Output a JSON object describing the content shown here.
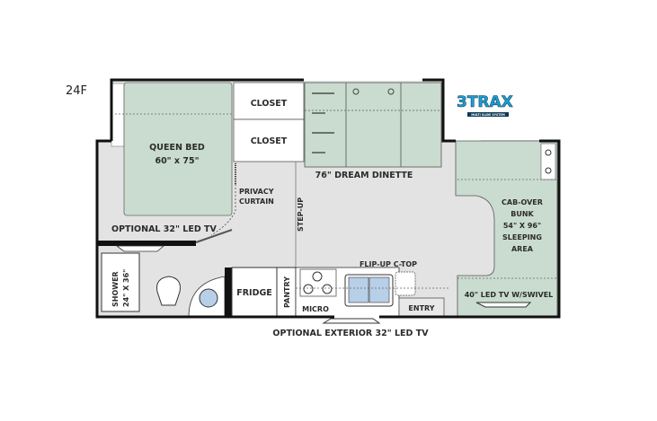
{
  "model": "24F",
  "logo": {
    "text": "3TRAX",
    "subtext": "MULTI SLIDE SYSTEM",
    "color": "#1a9fd6"
  },
  "colors": {
    "bed": "#c9dccf",
    "floor": "#e3e3e3",
    "wall": "#111111",
    "sink": "#b8cfe8"
  },
  "labels": {
    "queen_bed": "QUEEN BED",
    "queen_bed_size": "60\" x 75\"",
    "closet_1": "CLOSET",
    "closet_2": "CLOSET",
    "dinette": "76\" DREAM DINETTE",
    "privacy_1": "PRIVACY",
    "privacy_2": "CURTAIN",
    "step_up": "STEP-UP",
    "optional_tv": "OPTIONAL 32\" LED TV",
    "shower_1": "SHOWER",
    "shower_2": "24\" X 36\"",
    "fridge": "FRIDGE",
    "pantry": "PANTRY",
    "micro": "MICRO",
    "flip_up": "FLIP-UP C-TOP",
    "entry": "ENTRY",
    "cab_1": "CAB-OVER",
    "cab_2": "BUNK",
    "cab_3": "54\" X 96\"",
    "cab_4": "SLEEPING",
    "cab_5": "AREA",
    "tv_40": "40\" LED TV W/SWIVEL",
    "exterior_tv": "OPTIONAL EXTERIOR 32\" LED TV"
  }
}
